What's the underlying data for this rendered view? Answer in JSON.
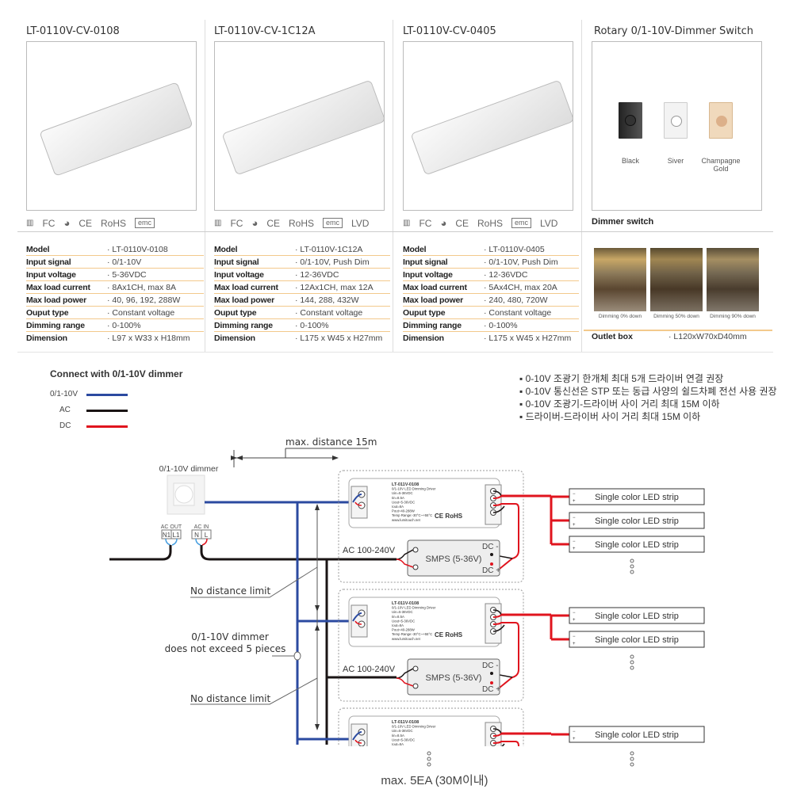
{
  "products": [
    {
      "title": "LT-0110V-CV-0108",
      "certs": [
        "FC",
        "CE",
        "RoHS",
        "emc"
      ],
      "specs": [
        [
          "Model",
          "LT-0110V-0108"
        ],
        [
          "Input signal",
          "0/1-10V"
        ],
        [
          "Input voltage",
          "5-36VDC"
        ],
        [
          "Max load current",
          "8Ax1CH, max 8A"
        ],
        [
          "Max load power",
          "40, 96, 192, 288W"
        ],
        [
          "Ouput type",
          "Constant voltage"
        ],
        [
          "Dimming range",
          "0-100%"
        ],
        [
          "Dimension",
          "L97 x W33 x H18mm"
        ]
      ]
    },
    {
      "title": "LT-0110V-CV-1C12A",
      "certs": [
        "FC",
        "CE",
        "RoHS",
        "emc",
        "LVD"
      ],
      "specs": [
        [
          "Model",
          "LT-0110V-1C12A"
        ],
        [
          "Input signal",
          "0/1-10V, Push Dim"
        ],
        [
          "Input voltage",
          "12-36VDC"
        ],
        [
          "Max load current",
          "12Ax1CH, max 12A"
        ],
        [
          "Max load power",
          "144, 288, 432W"
        ],
        [
          "Ouput type",
          "Constant voltage"
        ],
        [
          "Dimming range",
          "0-100%"
        ],
        [
          "Dimension",
          "L175 x W45 x H27mm"
        ]
      ]
    },
    {
      "title": "LT-0110V-CV-0405",
      "certs": [
        "FC",
        "CE",
        "RoHS",
        "emc",
        "LVD"
      ],
      "specs": [
        [
          "Model",
          "LT-0110V-0405"
        ],
        [
          "Input signal",
          "0/1-10V, Push Dim"
        ],
        [
          "Input voltage",
          "12-36VDC"
        ],
        [
          "Max load current",
          "5Ax4CH, max 20A"
        ],
        [
          "Max load power",
          "240, 480, 720W"
        ],
        [
          "Ouput type",
          "Constant voltage"
        ],
        [
          "Dimming range",
          "0-100%"
        ],
        [
          "Dimension",
          "L175 x W45 x H27mm"
        ]
      ]
    }
  ],
  "dimmer": {
    "title": "Rotary 0/1-10V-Dimmer Switch",
    "colors": [
      "Black",
      "Siver",
      "Champagne Gold"
    ],
    "section": "Dimmer switch",
    "captions": [
      "Dimming 0% down",
      "Dimming 50% down",
      "Dimming 90% down"
    ],
    "outlet_label": "Outlet box",
    "outlet_value": "L120xW70xD40mm"
  },
  "diagram": {
    "heading": "Connect with 0/1-10V dimmer",
    "legend": [
      {
        "label": "0/1-10V",
        "color": "#2b4aa0"
      },
      {
        "label": "AC",
        "color": "#1a1414"
      },
      {
        "label": "DC",
        "color": "#e0141e"
      }
    ],
    "notes": [
      "0-10V 조광기 한개체 최대 5개 드라이버 연결 권장",
      "0-10V 통신선은 STP 또는 동급 사양의 쉴드차폐 전선 사용 권장",
      "0-10V 조광기-드라이버 사이 거리 최대 15M 이하",
      "드라이버-드라이버 사이 거리 최대 15M 이하"
    ],
    "max_distance": "max. distance 15m",
    "dimmer_label": "0/1-10V dimmer",
    "ac_out": "AC OUT",
    "ac_in": "AC IN",
    "terminals_out": [
      "N1",
      "L1"
    ],
    "terminals_in": [
      "N",
      "L"
    ],
    "no_limit": "No distance limit",
    "max_pieces_1": "0/1-10V dimmer",
    "max_pieces_2": "does not exceed 5 pieces",
    "ac_input": "AC 100-240V",
    "smps": "SMPS (5-36V)",
    "dc_minus": "DC -",
    "dc_plus": "DC +",
    "strip": "Single color LED strip",
    "driver_label": [
      "LT-011V-0108",
      "0/1-10V LED Dimming Driver",
      "Uin=5-36VDC",
      "Iin=8.5A",
      "Uout=5-36VDC",
      "Iout=8A",
      "Pout=40-288W",
      "Temp Range:-30°C~+55°C",
      "www.lumitouch.net"
    ],
    "driver_marks": "CE RoHS",
    "footer": "max. 5EA (30M이내)"
  }
}
